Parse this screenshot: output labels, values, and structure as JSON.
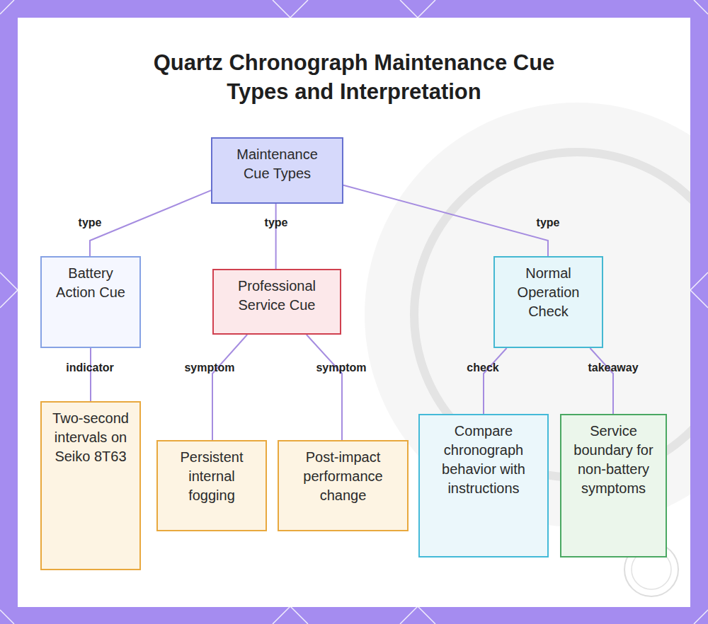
{
  "diagram": {
    "title": "Quartz Chronograph Maintenance Cue Types and Interpretation",
    "nodes": [
      {
        "text": [
          "Maintenance Cue Types"
        ]
      },
      {
        "text": [
          "Battery Action Cue"
        ]
      },
      {
        "text": [
          "Professional Service Cue"
        ]
      },
      {
        "text": [
          "Normal Operation Check"
        ]
      },
      {
        "text": [
          "Two-second intervals on Seiko 8T63"
        ]
      },
      {
        "text": [
          "Persistent internal fogging"
        ]
      },
      {
        "text": [
          "Post-impact performance change"
        ]
      },
      {
        "text": [
          "Compare chronograph behavior with instructions"
        ]
      },
      {
        "text": [
          "Service boundary for non-battery symptoms"
        ]
      }
    ],
    "edges": [
      {
        "from": 0,
        "to": 1,
        "label": "type",
        "arrow": "none"
      },
      {
        "from": 0,
        "to": 2,
        "label": "type",
        "arrow": "none"
      },
      {
        "from": 0,
        "to": 3,
        "label": "type",
        "arrow": "none"
      },
      {
        "from": 1,
        "to": 4,
        "label": "indicator",
        "arrow": "none"
      },
      {
        "from": 2,
        "to": 5,
        "label": "symptom",
        "arrow": "none"
      },
      {
        "from": 2,
        "to": 6,
        "label": "symptom",
        "arrow": "none"
      },
      {
        "from": 3,
        "to": 7,
        "label": "check",
        "arrow": "none"
      },
      {
        "from": 3,
        "to": 8,
        "label": "takeaway",
        "arrow": "none"
      }
    ]
  }
}
